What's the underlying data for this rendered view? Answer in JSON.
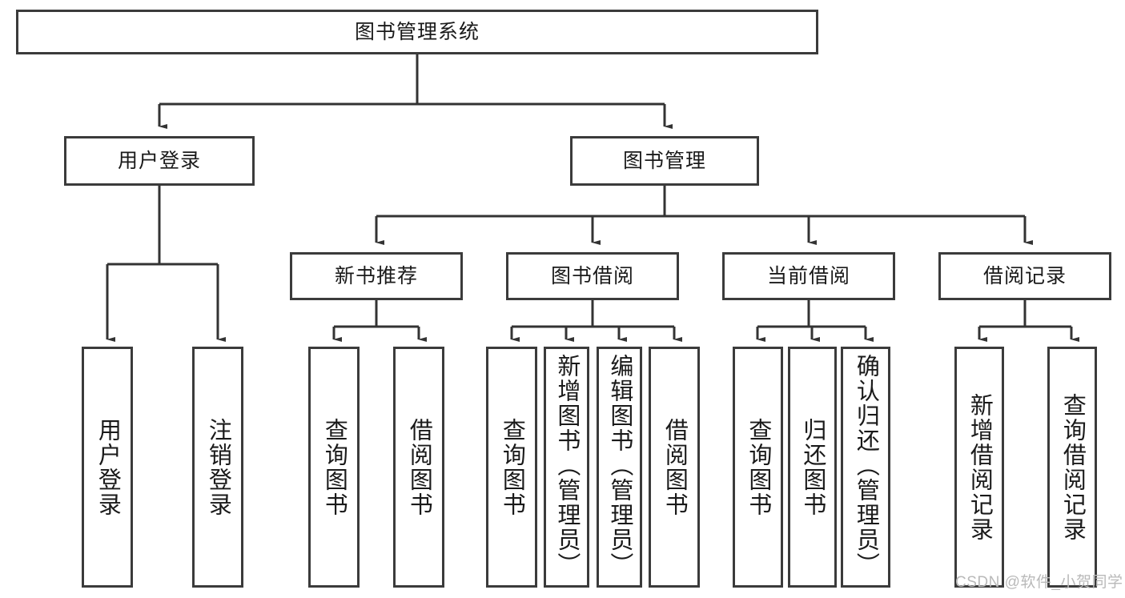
{
  "diagram": {
    "type": "tree-hierarchy",
    "title": "图书管理系统",
    "root": {
      "id": "root",
      "label": "图书管理系统"
    },
    "level2": [
      {
        "id": "user-login",
        "label": "用户登录"
      },
      {
        "id": "book-manage",
        "label": "图书管理"
      }
    ],
    "level3": [
      {
        "id": "new-book-recommend",
        "label": "新书推荐",
        "parent": "book-manage"
      },
      {
        "id": "book-borrow",
        "label": "图书借阅",
        "parent": "book-manage"
      },
      {
        "id": "current-borrow",
        "label": "当前借阅",
        "parent": "book-manage"
      },
      {
        "id": "borrow-record",
        "label": "借阅记录",
        "parent": "book-manage"
      }
    ],
    "leaves": {
      "user_login": [
        {
          "id": "leaf-user-login",
          "label": "用户登录"
        },
        {
          "id": "leaf-logout-login",
          "label": "注销登录"
        }
      ],
      "new_book_recommend": [
        {
          "id": "leaf-query-book-1",
          "label": "查询图书"
        },
        {
          "id": "leaf-borrow-book-1",
          "label": "借阅图书"
        }
      ],
      "book_borrow": [
        {
          "id": "leaf-query-book-2",
          "label": "查询图书"
        },
        {
          "id": "leaf-add-book",
          "label": "新增图书（管理员）"
        },
        {
          "id": "leaf-edit-book",
          "label": "编辑图书（管理员）"
        },
        {
          "id": "leaf-borrow-book-2",
          "label": "借阅图书"
        }
      ],
      "current_borrow": [
        {
          "id": "leaf-query-book-3",
          "label": "查询图书"
        },
        {
          "id": "leaf-return-book",
          "label": "归还图书"
        },
        {
          "id": "leaf-confirm-return",
          "label": "确认归还（管理员）"
        }
      ],
      "borrow_record": [
        {
          "id": "leaf-add-record",
          "label": "新增借阅记录"
        },
        {
          "id": "leaf-query-record",
          "label": "查询借阅记录"
        }
      ]
    }
  },
  "watermark": {
    "text": "CSDN @软件_小贺同学"
  },
  "colors": {
    "border": "#3b3b3b",
    "background": "#ffffff",
    "text": "#1a1a1a",
    "edge": "#333333",
    "watermark": "#b9b9b9"
  }
}
